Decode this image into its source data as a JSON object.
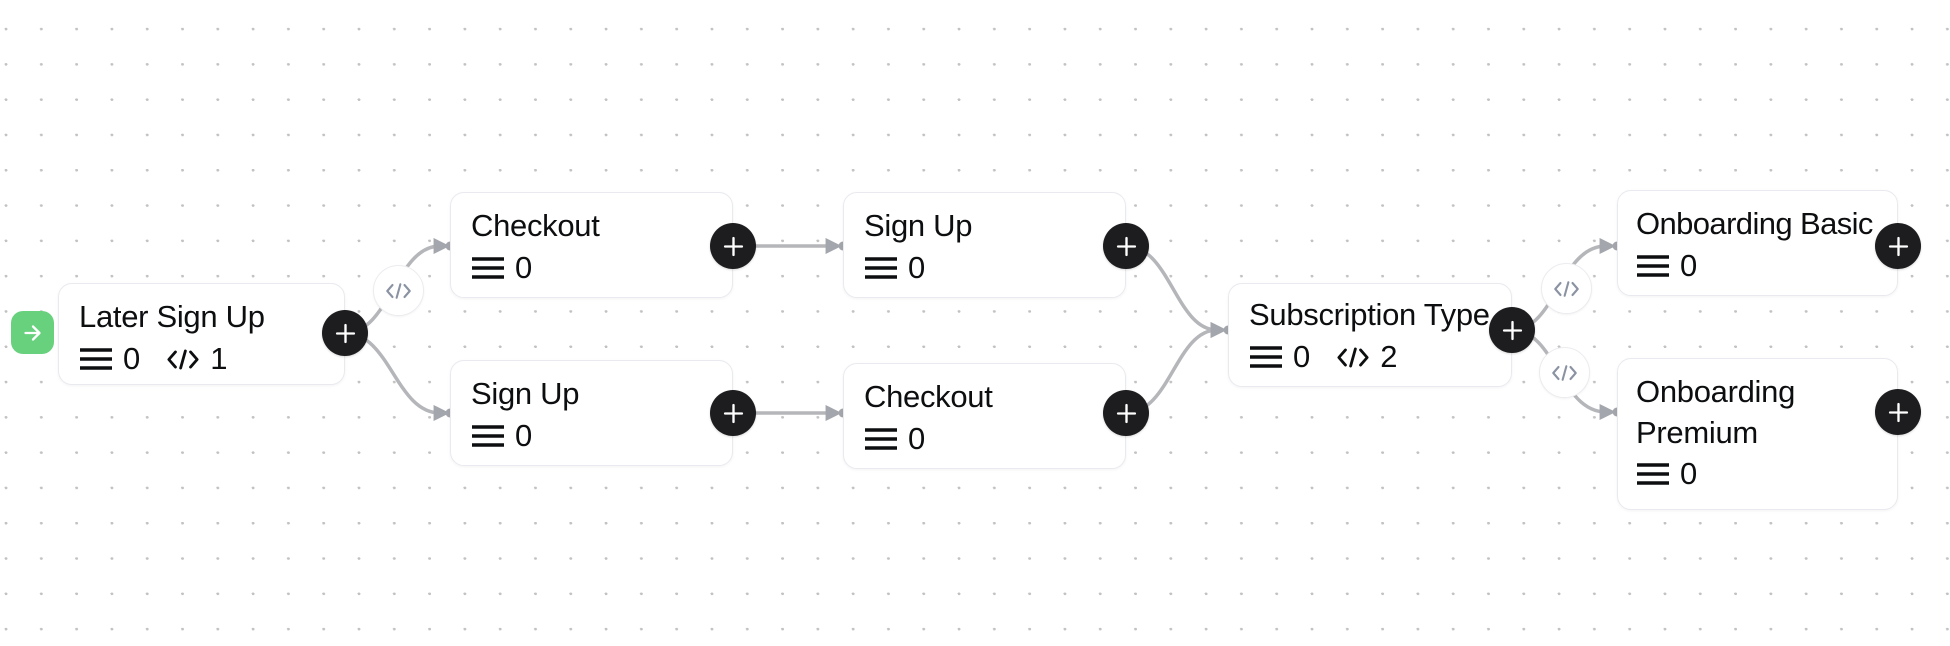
{
  "canvas": {
    "kind": "flow-builder-canvas",
    "grid": "dotted"
  },
  "colors": {
    "background": "#ffffff",
    "grid_dot": "#c2c2c2",
    "node_background": "#ffffff",
    "node_border": "#e9eaef",
    "node_text": "#0d0e10",
    "edge": "#b5b6ba",
    "arrowhead": "#a3a6ac",
    "plus_button_background": "#1d1d1f",
    "plus_button_glyph": "#ffffff",
    "badge_background": "#ffffff",
    "badge_glyph": "#8b93a3",
    "start_icon_background": "#68d17d",
    "start_icon_glyph": "#ffffff"
  },
  "icons": {
    "start": "arrow-right-icon",
    "add_step": "plus-icon",
    "list_stat": "menu-lines-icon",
    "code_stat": "code-icon",
    "edge_badge": "code-icon"
  },
  "nodes": [
    {
      "id": "later-sign-up",
      "title": "Later Sign Up",
      "list_count": "0",
      "code_count": "1"
    },
    {
      "id": "checkout-top",
      "title": "Checkout",
      "list_count": "0"
    },
    {
      "id": "sign-up-bottom",
      "title": "Sign Up",
      "list_count": "0"
    },
    {
      "id": "sign-up-top",
      "title": "Sign Up",
      "list_count": "0"
    },
    {
      "id": "checkout-bottom",
      "title": "Checkout",
      "list_count": "0"
    },
    {
      "id": "subscription-type",
      "title": "Subscription Type",
      "list_count": "0",
      "code_count": "2"
    },
    {
      "id": "onboarding-basic",
      "title": "Onboarding Basic",
      "list_count": "0"
    },
    {
      "id": "onboarding-premium",
      "title": "Onboarding Premium",
      "list_count": "0"
    }
  ],
  "edges": [
    {
      "from": "later-sign-up",
      "to": "checkout-top",
      "badge": "code-icon"
    },
    {
      "from": "later-sign-up",
      "to": "sign-up-bottom"
    },
    {
      "from": "checkout-top",
      "to": "sign-up-top"
    },
    {
      "from": "sign-up-bottom",
      "to": "checkout-bottom"
    },
    {
      "from": "sign-up-top",
      "to": "subscription-type"
    },
    {
      "from": "checkout-bottom",
      "to": "subscription-type"
    },
    {
      "from": "subscription-type",
      "to": "onboarding-basic",
      "badge": "code-icon"
    },
    {
      "from": "subscription-type",
      "to": "onboarding-premium",
      "badge": "code-icon"
    }
  ]
}
